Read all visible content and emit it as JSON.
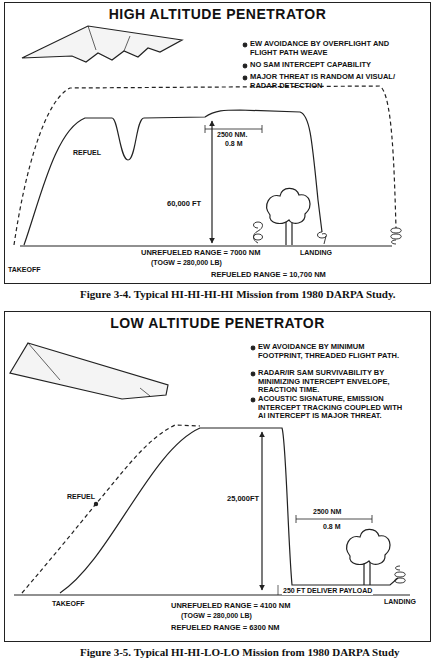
{
  "diagram": {
    "nodes": [
      {
        "text": [
          "HIGH ALTITUDE PENETRATOR"
        ]
      },
      {
        "text": [
          "LOW ALTITUDE PENETRATOR"
        ]
      }
    ],
    "labels": [
      "EW AVOIDANCE BY OVERFLIGHT AND FLIGHT PATH WEAVE",
      "NO SAM INTERCEPT CAPABILITY",
      "MAJOR THREAT IS RANDOM AI VISUAL/ RADAR DETECTION",
      "2500 NM.",
      "0.8 M",
      "REFUEL",
      "60,000 FT",
      "TAKEOFF",
      "LANDING",
      "UNREFUELED RANGE = 7000 NM",
      "(TOGW = 280,000 LB)",
      "REFUELED RANGE = 10,700 NM",
      "Figure 3-4. Typical HI-HI-HI-HI Mission from 1980 DARPA Study.",
      "EW AVOIDANCE BY MINIMUM FOOTPRINT, THREADED FLIGHT PATH.",
      "RADAR/IR SAM SURVIVABILITY BY MINIMIZING INTERCEPT ENVELOPE, REACTION TIME.",
      "ACOUSTIC SIGNATURE, EMISSION INTERCEPT TRACKING COUPLED WITH AI INTERCEPT IS MAJOR THREAT.",
      "REFUEL",
      "25,000FT",
      "2500 NM",
      "0.8 M",
      "250 FT",
      "DELIVER PAYLOAD",
      "LANDING",
      "TAKEOFF",
      "UNREFUELED RANGE = 4100 NM",
      "(TOGW = 280,000 LB)",
      "REFUELED RANGE = 6300 NM",
      "Figure 3-5. Typical HI-HI-LO-LO Mission from 1980 DARPA Study"
    ]
  }
}
